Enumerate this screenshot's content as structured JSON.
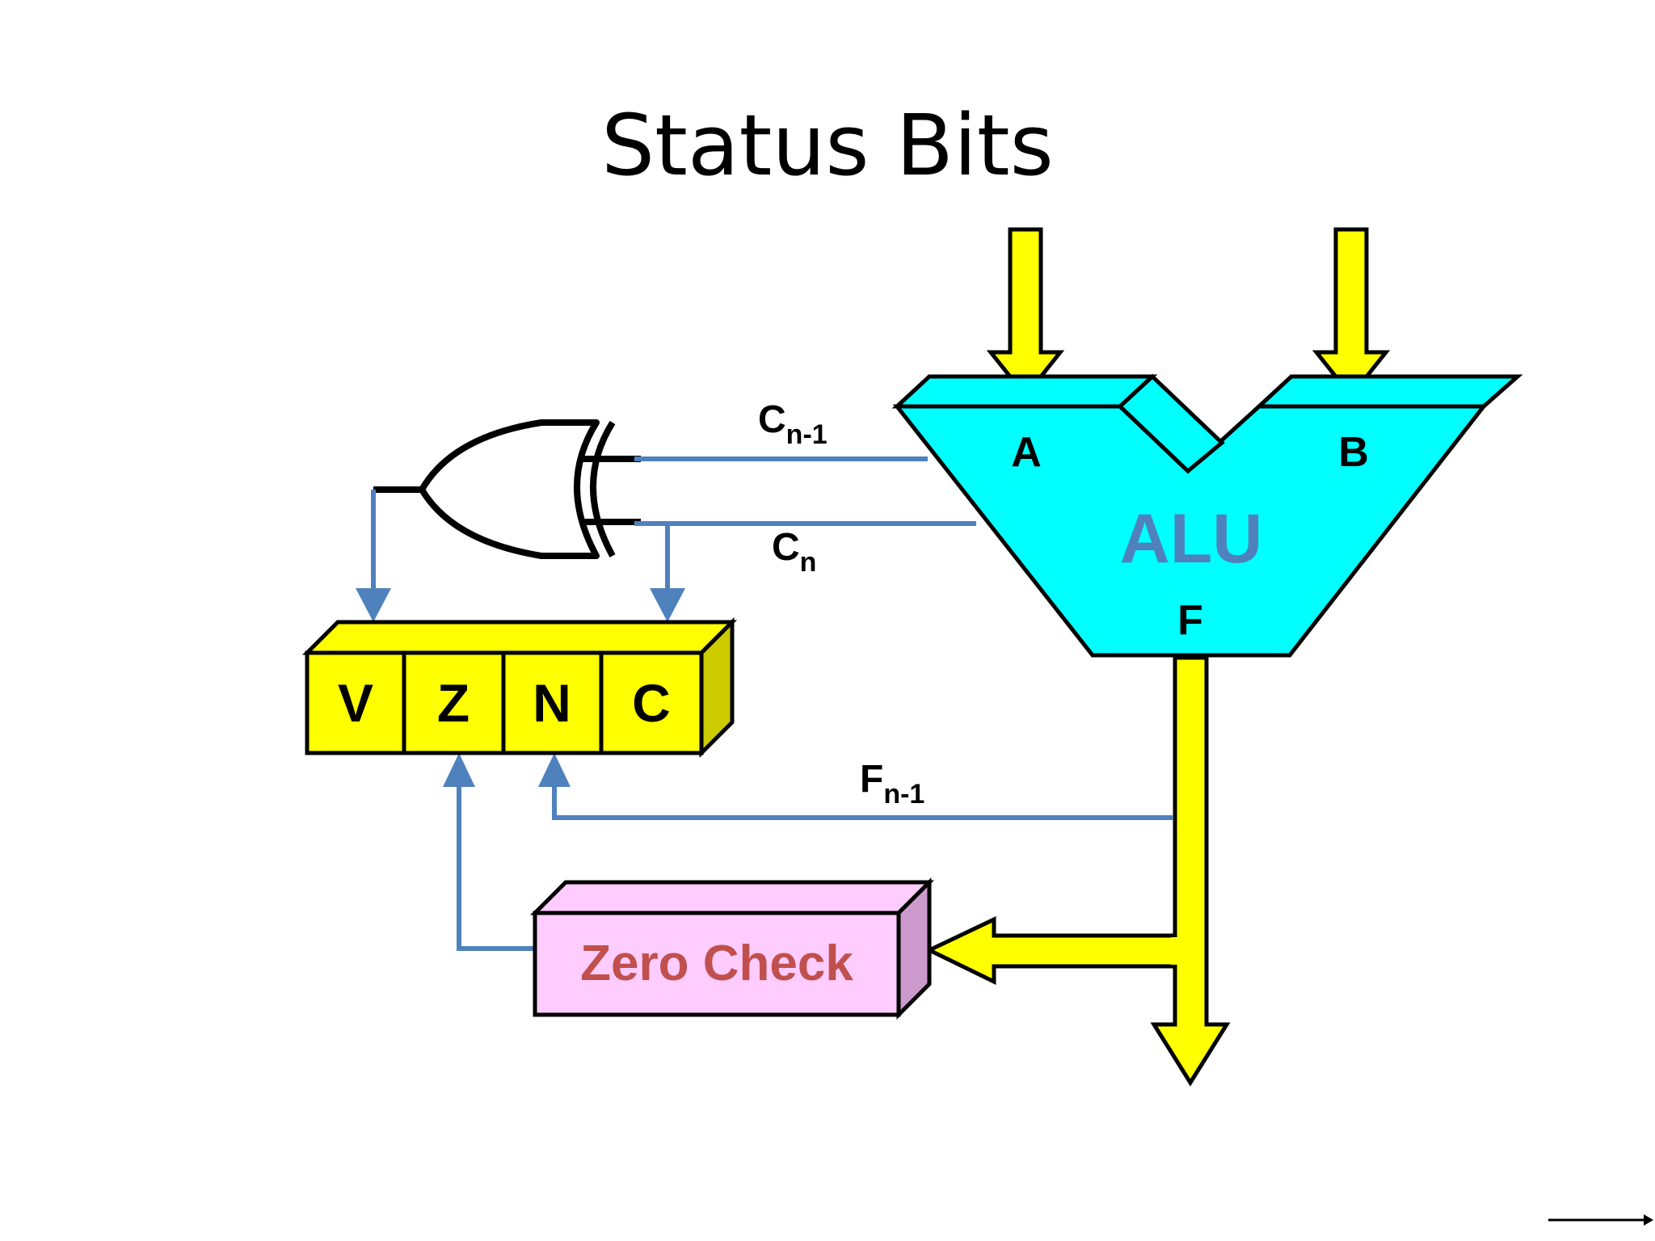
{
  "title": "Status Bits",
  "alu": {
    "label": "ALU",
    "input_a": "A",
    "input_b": "B",
    "output": "F"
  },
  "signals": {
    "c_prev": {
      "base": "C",
      "sub": "n-1"
    },
    "c_out": {
      "base": "C",
      "sub": "n"
    },
    "f_msb": {
      "base": "F",
      "sub": "n-1"
    }
  },
  "status_register": [
    "V",
    "Z",
    "N",
    "C"
  ],
  "zero_check": "Zero Check",
  "colors": {
    "alu_fill": "#00ffff",
    "alu_label": "#4f81bd",
    "bus_yellow": "#ffff00",
    "register_side": "#cccc00",
    "wire_blue": "#4f81bd",
    "zero_fill": "#ffccff",
    "zero_side": "#cc99cc",
    "zero_label": "#c0504d"
  }
}
